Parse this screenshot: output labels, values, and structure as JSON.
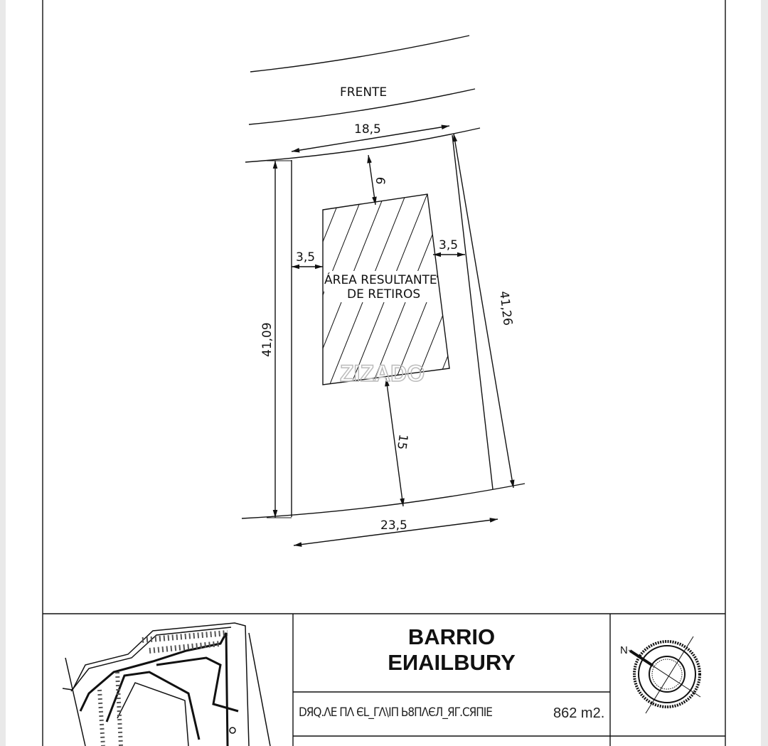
{
  "plan": {
    "frente_label": "FRENTE",
    "dimensions": {
      "front_width": "18,5",
      "back_width": "23,5",
      "left_depth": "41,09",
      "right_depth": "41,26",
      "front_setback": "6",
      "left_setback": "3,5",
      "right_setback": "3,5",
      "back_setback": "15"
    },
    "hatch_label_line1": "ÁREA RESULTANTE",
    "hatch_label_line2": "DE RETIROS",
    "watermark": "ZIZADO"
  },
  "title_block": {
    "title_line1": "BARRIO",
    "title_line2": "EИAILBURY",
    "subtitle": "DЯQ.ΛE ПΛ ЄL_ΓΛ\\ΙΠ Ь8ΠΛЄЛ_ЯΓ.СЯΠΙЕ",
    "area": "862 m2.",
    "north_label": "N"
  }
}
